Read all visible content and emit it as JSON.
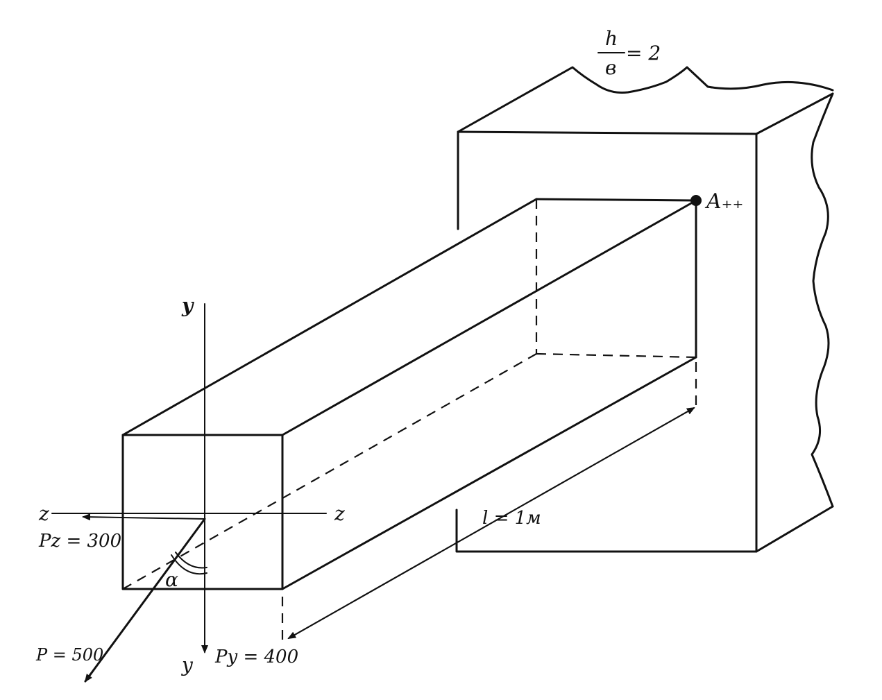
{
  "labels": {
    "ratio_numerator": "h",
    "ratio_denominator": "в",
    "ratio_value": "= 2",
    "point_a": "A₊₊",
    "axis_y_top": "y",
    "axis_y_bottom": "y",
    "axis_z_left": "z",
    "axis_z_right": "z",
    "force_pz": "Pz = 300",
    "force_p": "P = 500",
    "force_py": "Py = 400",
    "angle_alpha": "α",
    "length": "l = 1м"
  }
}
